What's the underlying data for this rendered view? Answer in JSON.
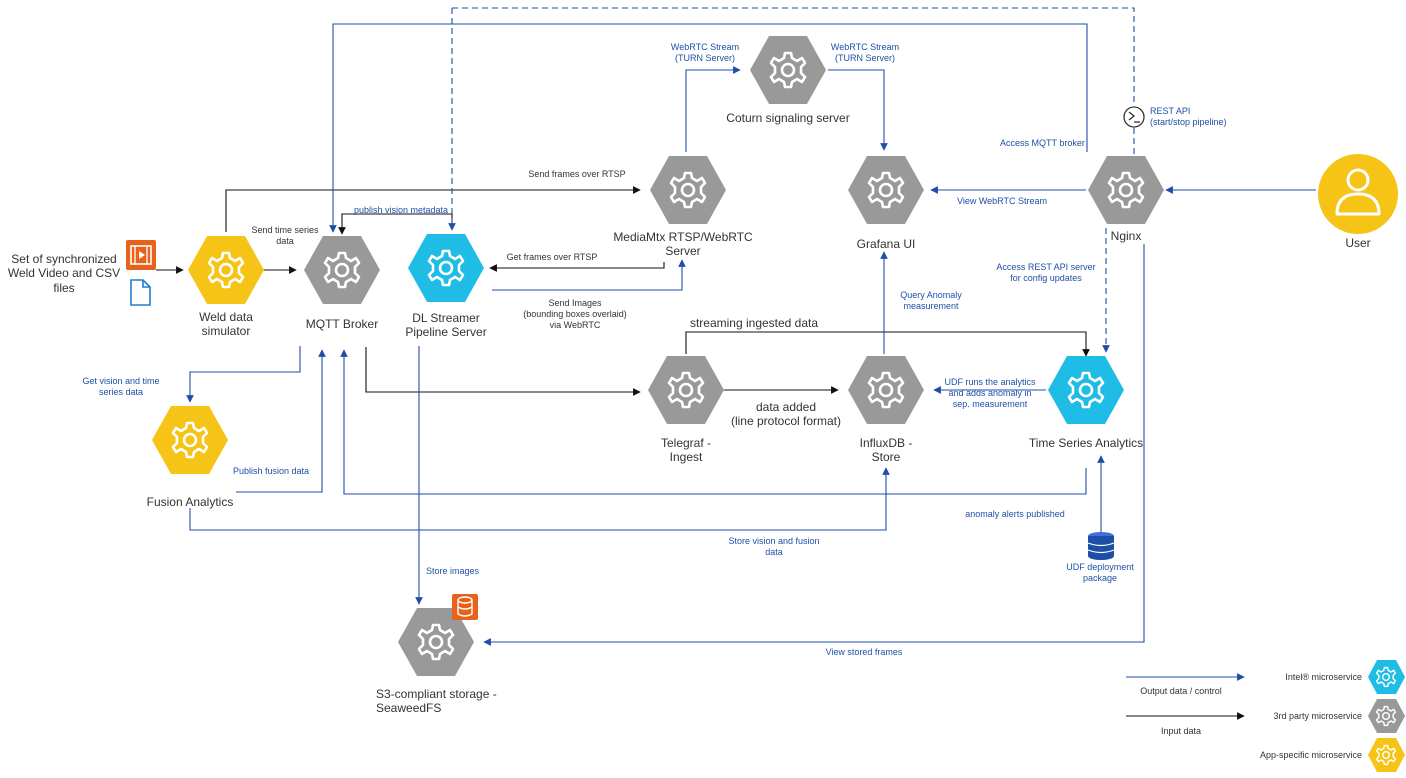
{
  "colors": {
    "intel": "#1fbde6",
    "third_party": "#999999",
    "app_specific": "#f6c416",
    "output_line": "#1e4fa8",
    "input_line": "#111111",
    "asset_orange": "#e8621c"
  },
  "nodes": {
    "weld_sim": "Weld data\nsimulator",
    "mqtt": "MQTT Broker",
    "dlstreamer": "DL Streamer\nPipeline Server",
    "mediamtx": "MediaMtx RTSP/WebRTC\nServer",
    "coturn": "Coturn signaling server",
    "grafana": "Grafana UI",
    "nginx": "Nginx",
    "user": "User",
    "fusion": "Fusion Analytics",
    "telegraf": "Telegraf -\nIngest",
    "influx": "InfluxDB -\nStore",
    "tsa": "Time Series Analytics",
    "seaweed": "S3-compliant storage -\nSeaweedFS",
    "input_files": "Set of synchronized\nWeld Video and CSV\nfiles",
    "udf_package": "UDF deployment\npackage"
  },
  "edges": {
    "webrtc_turn_left": "WebRTC Stream\n(TURN Server)",
    "webrtc_turn_right": "WebRTC Stream\n(TURN Server)",
    "rest_api": "REST API\n(start/stop pipeline)",
    "access_mqtt": "Access MQTT broker",
    "send_frames_rtsp": "Send frames over RTSP",
    "view_webrtc": "View WebRTC Stream",
    "publish_vision": "publish vision metadata",
    "send_time_series": "Send time series\ndata",
    "get_frames_rtsp": "Get frames over RTSP",
    "access_rest": "Access REST API server\nfor config updates",
    "send_images": "Send Images\n(bounding boxes overlaid)\nvia WebRTC",
    "query_anomaly": "Query Anomaly\nmeasurement",
    "streaming_ingested": "streaming ingested data",
    "get_vision_time": "Get vision and time\nseries data",
    "data_added": "data added\n(line protocol format)",
    "udf_runs": "UDF runs the analytics\nand adds anomaly in\nsep. measurement",
    "publish_fusion": "Publish fusion data",
    "anomaly_alerts": "anomaly alerts published",
    "store_vision_fusion": "Store vision and fusion\ndata",
    "store_images": "Store images",
    "view_stored_frames": "View stored frames"
  },
  "legend": {
    "output": "Output data / control",
    "input": "Input data",
    "intel": "Intel® microservice",
    "third_party": "3rd party microservice",
    "app_specific": "App-specific microservice"
  }
}
